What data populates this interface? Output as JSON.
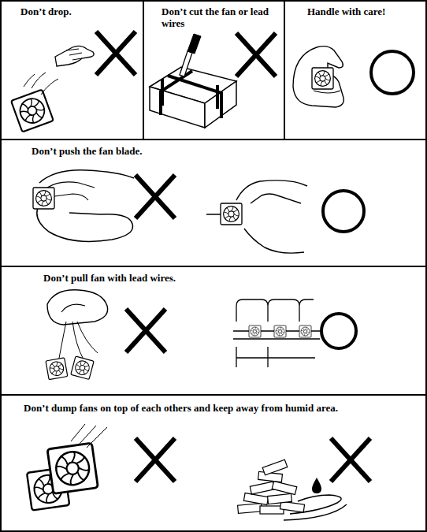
{
  "diagram": {
    "nodes": [
      {
        "text": [
          "Don’t drop."
        ]
      },
      {
        "text": [
          "Don’t cut the fan or lead wires"
        ]
      },
      {
        "text": [
          "Handle with care!"
        ]
      },
      {
        "text": [
          "Don’t push the fan blade."
        ]
      },
      {
        "text": [
          "Don’t pull fan with lead wires."
        ]
      },
      {
        "text": [
          "Don’t dump fans on top of each others and keep away from humid area."
        ]
      }
    ]
  }
}
